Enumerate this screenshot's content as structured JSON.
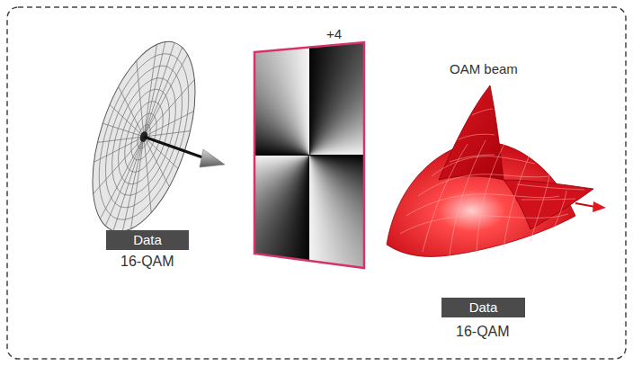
{
  "diagram": {
    "nodes": [
      {
        "text": [
          "Data"
        ]
      },
      {
        "text": [
          "Data"
        ]
      }
    ],
    "labels": [
      "16-QAM",
      "+4",
      "OAM beam",
      "16-QAM"
    ]
  }
}
